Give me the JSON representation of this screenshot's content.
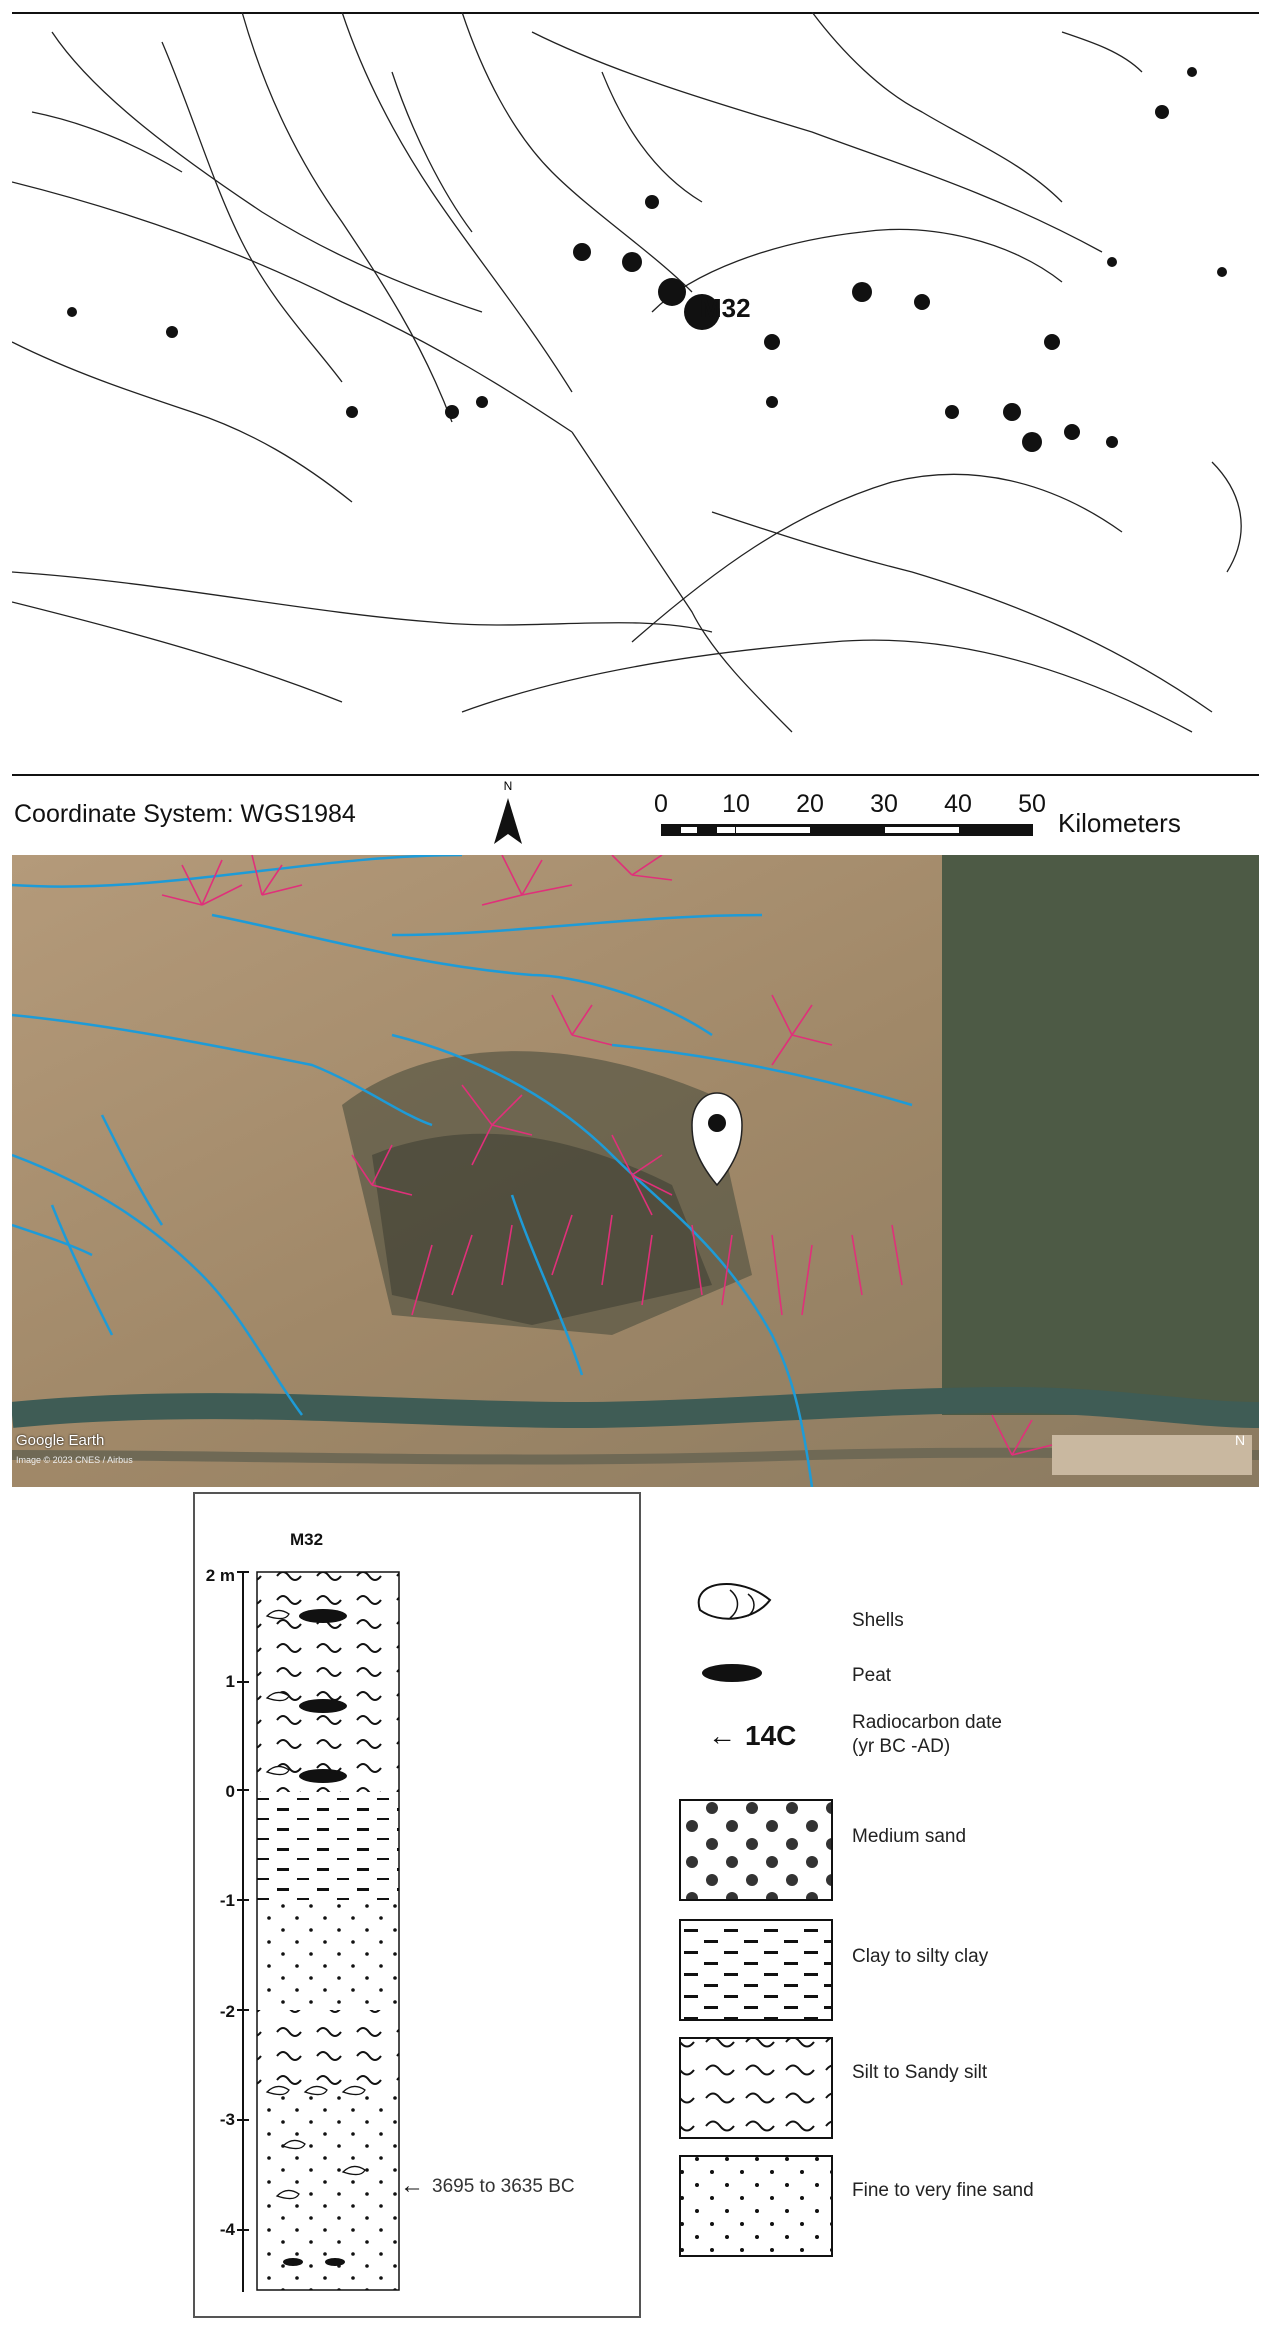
{
  "map": {
    "site_label": "M32",
    "coordinate_system": "Coordinate System: WGS1984",
    "north_letter": "N",
    "scale": {
      "ticks": [
        "0",
        "10",
        "20",
        "30",
        "40",
        "50"
      ],
      "unit": "Kilometers"
    }
  },
  "satellite": {
    "logo": "Google Earth",
    "credit": "Image © 2023 CNES / Airbus",
    "north_letter": "N",
    "colors": {
      "rivers": "#1e9bd7",
      "channels": "#e0307a"
    }
  },
  "core_log": {
    "title": "M32",
    "depth_labels": [
      "2 m",
      "1",
      "0",
      "-1",
      "-2",
      "-3",
      "-4"
    ],
    "date_arrow": "←",
    "date": "3695 to 3635 BC"
  },
  "legend": {
    "shells": "Shells",
    "peat": "Peat",
    "c14_arrow": "←",
    "c14_symbol": "14C",
    "radiocarbon": "Radiocarbon date",
    "radiocarbon_sub": "(yr BC -AD)",
    "medium_sand": "Medium sand",
    "clay": "Clay to silty clay",
    "silt": "Silt to Sandy silt",
    "fine_sand": "Fine to very fine sand"
  }
}
